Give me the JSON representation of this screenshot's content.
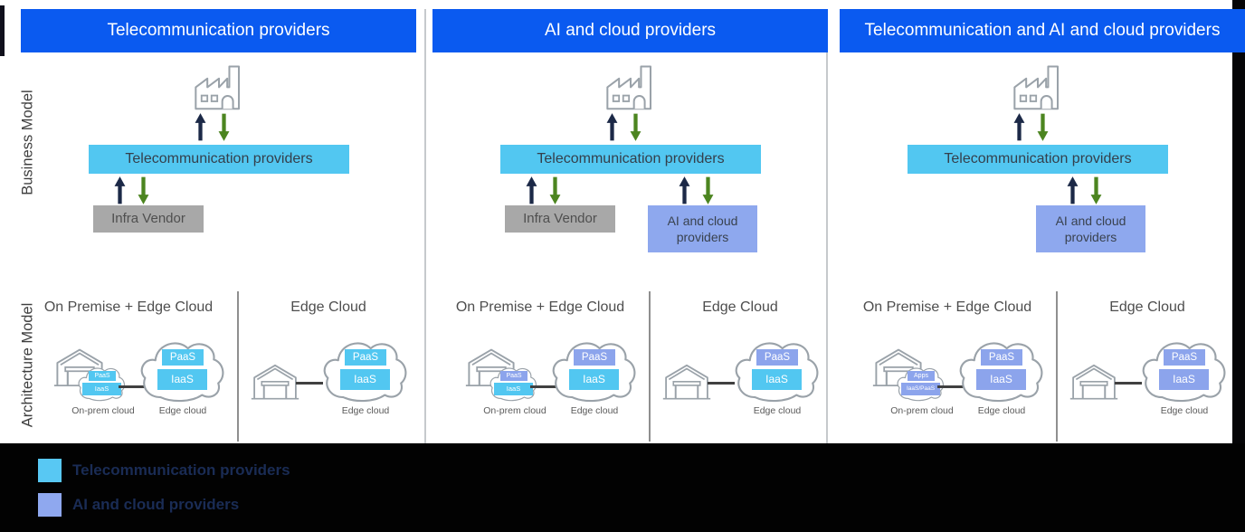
{
  "side_labels": {
    "business": "Business Model",
    "architecture": "Architecture Model"
  },
  "colors": {
    "header_blue": "#0a5af0",
    "telecom_blue": "#52c7f1",
    "ai_purple": "#8ea8ee",
    "infra_gray": "#a8a8a8",
    "arrow_up_navy": "#1c2947",
    "arrow_down_green": "#4c8520",
    "outline_gray": "#9aa2a9",
    "legend_background": "#000000",
    "legend_text_navy": "#1a2c55"
  },
  "columns": [
    {
      "header": "Telecommunication providers",
      "business": {
        "operator_box": "Telecommunication providers",
        "infra_box": "Infra Vendor"
      },
      "architecture": {
        "onprem_title": "On Premise + Edge Cloud",
        "edge_title": "Edge Cloud",
        "onprem_small_boxes": [
          {
            "label": "PaaS"
          },
          {
            "label": "IaaS"
          }
        ],
        "onprem_big_boxes": [
          {
            "label": "PaaS"
          },
          {
            "label": "IaaS"
          }
        ],
        "edge_boxes": [
          {
            "label": "PaaS"
          },
          {
            "label": "IaaS"
          }
        ],
        "onprem_caption": "On-prem cloud",
        "onprem_edge_caption": "Edge cloud",
        "edge_caption": "Edge cloud"
      }
    },
    {
      "header": "AI and cloud providers",
      "business": {
        "operator_box": "Telecommunication providers",
        "infra_box": "Infra Vendor",
        "ai_box": "AI and cloud providers"
      },
      "architecture": {
        "onprem_title": "On Premise + Edge Cloud",
        "edge_title": "Edge Cloud",
        "onprem_small_boxes": [
          {
            "label": "PaaS"
          },
          {
            "label": "IaaS"
          }
        ],
        "onprem_big_boxes": [
          {
            "label": "PaaS"
          },
          {
            "label": "IaaS"
          }
        ],
        "edge_boxes": [
          {
            "label": "PaaS"
          },
          {
            "label": "IaaS"
          }
        ],
        "onprem_caption": "On-prem cloud",
        "onprem_edge_caption": "Edge cloud",
        "edge_caption": "Edge cloud"
      }
    },
    {
      "header": "Telecommunication and AI and cloud providers",
      "business": {
        "operator_box": "Telecommunication providers",
        "ai_box": "AI and cloud providers"
      },
      "architecture": {
        "onprem_title": "On Premise + Edge Cloud",
        "edge_title": "Edge Cloud",
        "onprem_small_boxes": [
          {
            "label": "Apps"
          },
          {
            "label": "IaaS/PaaS"
          }
        ],
        "onprem_big_boxes": [
          {
            "label": "PaaS"
          },
          {
            "label": "IaaS"
          }
        ],
        "edge_boxes": [
          {
            "label": "PaaS"
          },
          {
            "label": "IaaS"
          }
        ],
        "onprem_caption": "On-prem cloud",
        "onprem_edge_caption": "Edge cloud",
        "edge_caption": "Edge cloud"
      }
    }
  ],
  "legend": {
    "items": [
      {
        "label": "Telecommunication providers",
        "color": "#58c8f3"
      },
      {
        "label": "AI and cloud providers",
        "color": "#8fa8ef"
      }
    ]
  }
}
